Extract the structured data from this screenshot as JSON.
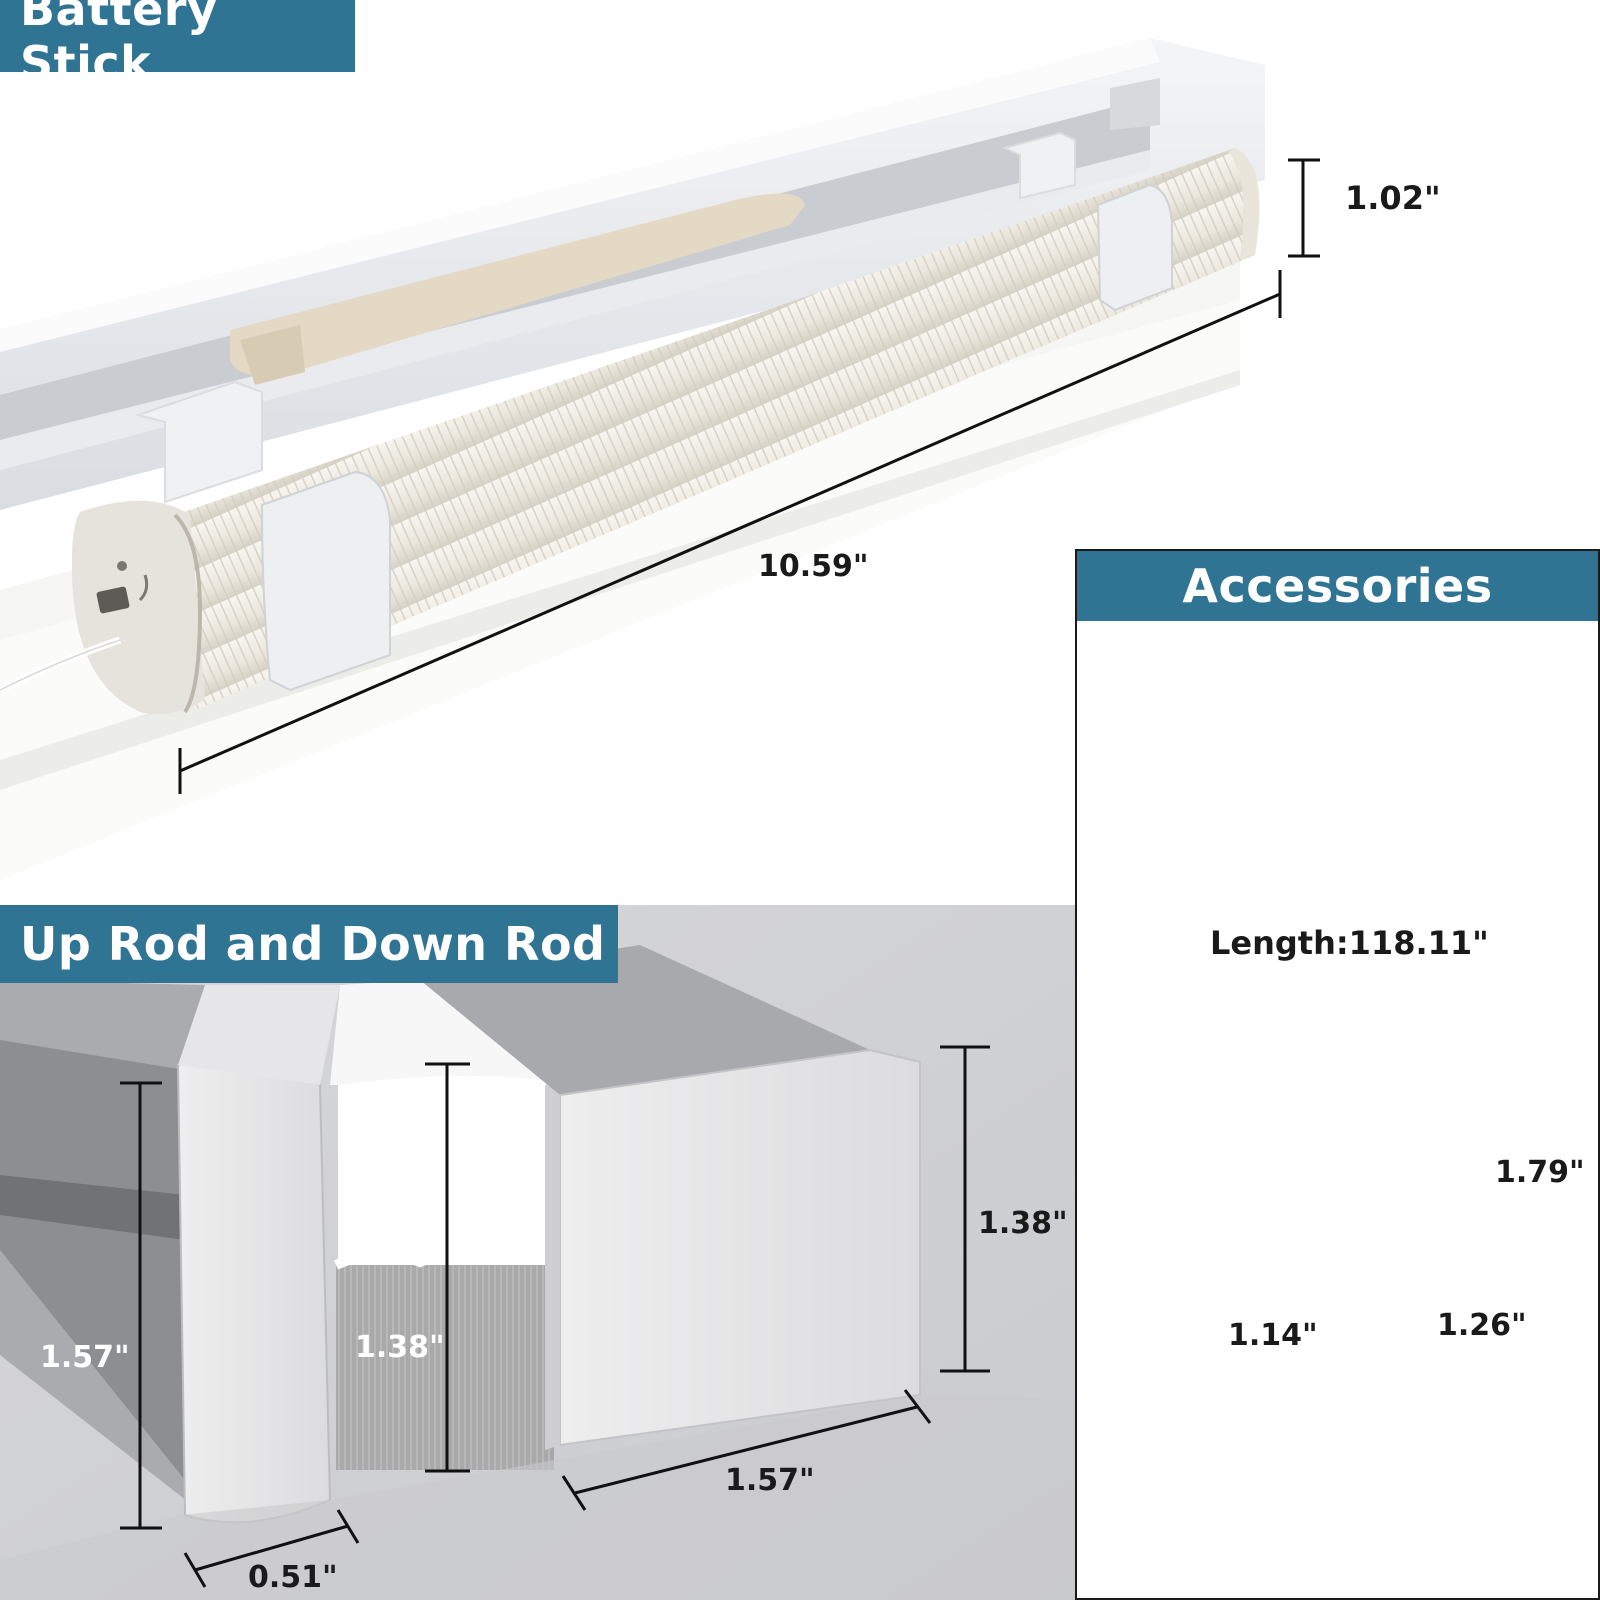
{
  "colors": {
    "tag_background": "#2f7492",
    "tag_text": "#ffffff",
    "dimension_text": "#1a1a1a"
  },
  "battery_stick": {
    "title": "Battery Stick",
    "dimensions": {
      "length": "10.59\"",
      "diameter": "1.02\""
    }
  },
  "rods": {
    "title": "Up Rod and Down Rod",
    "dimensions": {
      "up_rod_height": "1.57\"",
      "fabric_height": "1.38\"",
      "down_rod_height": "1.38\"",
      "down_rod_width": "1.57\"",
      "up_rod_depth": "0.51\""
    }
  },
  "accessories": {
    "title": "Accessories",
    "cable_length": "Length:118.11\"",
    "bracket_dimensions": {
      "height": "1.79\"",
      "width": "1.14\"",
      "depth": "1.26\""
    },
    "icons": [
      "usb-cable-icon",
      "mounting-bracket-icon",
      "wall-anchor-screw-icon"
    ]
  }
}
